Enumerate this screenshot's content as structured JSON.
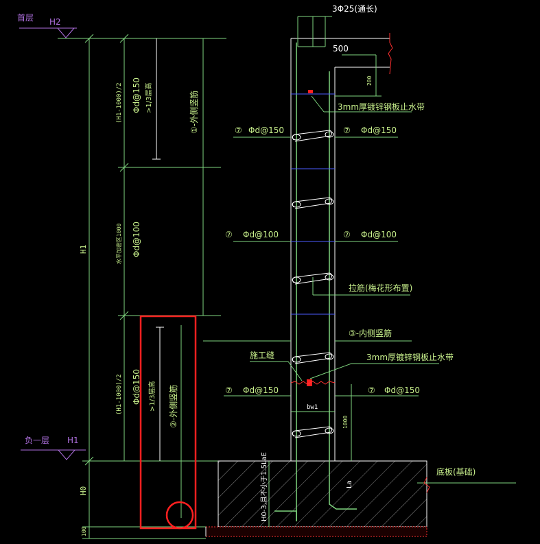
{
  "colors": {
    "background": "#000000",
    "dim_green": "#7fd67f",
    "text_green": "#c8f08c",
    "level_purple": "#b070e0",
    "white": "#ffffff",
    "blue": "#4b5bff",
    "highlight_red": "#ff2020",
    "hatch_gray": "#9a9a9a"
  },
  "levels": {
    "top_floor": "首层",
    "top_mark": "H2",
    "bottom_floor": "负一层",
    "bottom_mark": "H1"
  },
  "left_dims": {
    "total": "H1",
    "base": "H0",
    "base_small": "100",
    "upper_seg": "(H1-1000)/2",
    "lower_seg": "(H1-1000)/2",
    "middle_seg": "水平加密区1000"
  },
  "left_labels": {
    "upper_spacing": "Φd@150",
    "middle_spacing": "Φd@100",
    "lower_spacing": "Φd@150",
    "upper_third": ">1/3层高",
    "lower_third": ">1/3层高",
    "outer_bar_upper": "①-外侧竖筋",
    "outer_bar_lower": "②-外侧竖筋"
  },
  "section": {
    "top_bars": "3Φ25(通长)",
    "dim_500": "500",
    "dim_200": "200",
    "waterstop_upper": "3mm厚镀锌钢板止水带",
    "waterstop_lower": "3mm厚镀锌钢板止水带",
    "tie_bar": "拉筋(梅花形布置)",
    "inner_bar": "③-内侧竖筋",
    "construction_joint": "施工缝",
    "wall_width": "bw1",
    "dim_1000": "1000",
    "base_slab": "底板(基础)",
    "anchorage": "H0-3,且不小于1.5LaE",
    "la": "La",
    "mark_7": "⑦",
    "spacing_150": "Φd@150",
    "spacing_100": "Φd@100"
  }
}
